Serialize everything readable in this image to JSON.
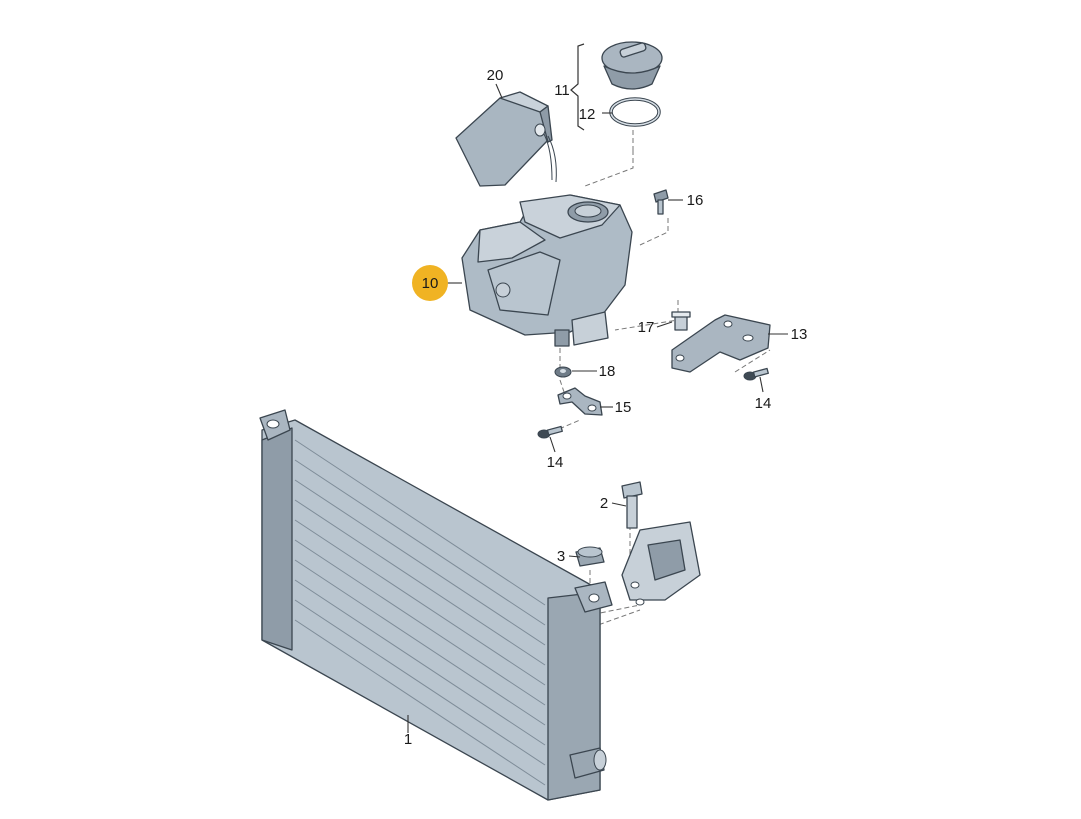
{
  "parts": [
    {
      "id": "p1",
      "number": "1"
    },
    {
      "id": "p2",
      "number": "2"
    },
    {
      "id": "p3",
      "number": "3"
    },
    {
      "id": "p10",
      "number": "10",
      "highlighted": true
    },
    {
      "id": "p11",
      "number": "11"
    },
    {
      "id": "p12",
      "number": "12"
    },
    {
      "id": "p13",
      "number": "13"
    },
    {
      "id": "p14a",
      "number": "14"
    },
    {
      "id": "p14b",
      "number": "14"
    },
    {
      "id": "p15",
      "number": "15"
    },
    {
      "id": "p16",
      "number": "16"
    },
    {
      "id": "p17",
      "number": "17"
    },
    {
      "id": "p18",
      "number": "18"
    },
    {
      "id": "p20",
      "number": "20"
    }
  ],
  "colors": {
    "part_fill": "#b7c3cd",
    "part_fill_dark": "#8d9aa6",
    "part_fill_light": "#d6dee5",
    "highlight": "#f0b323"
  }
}
